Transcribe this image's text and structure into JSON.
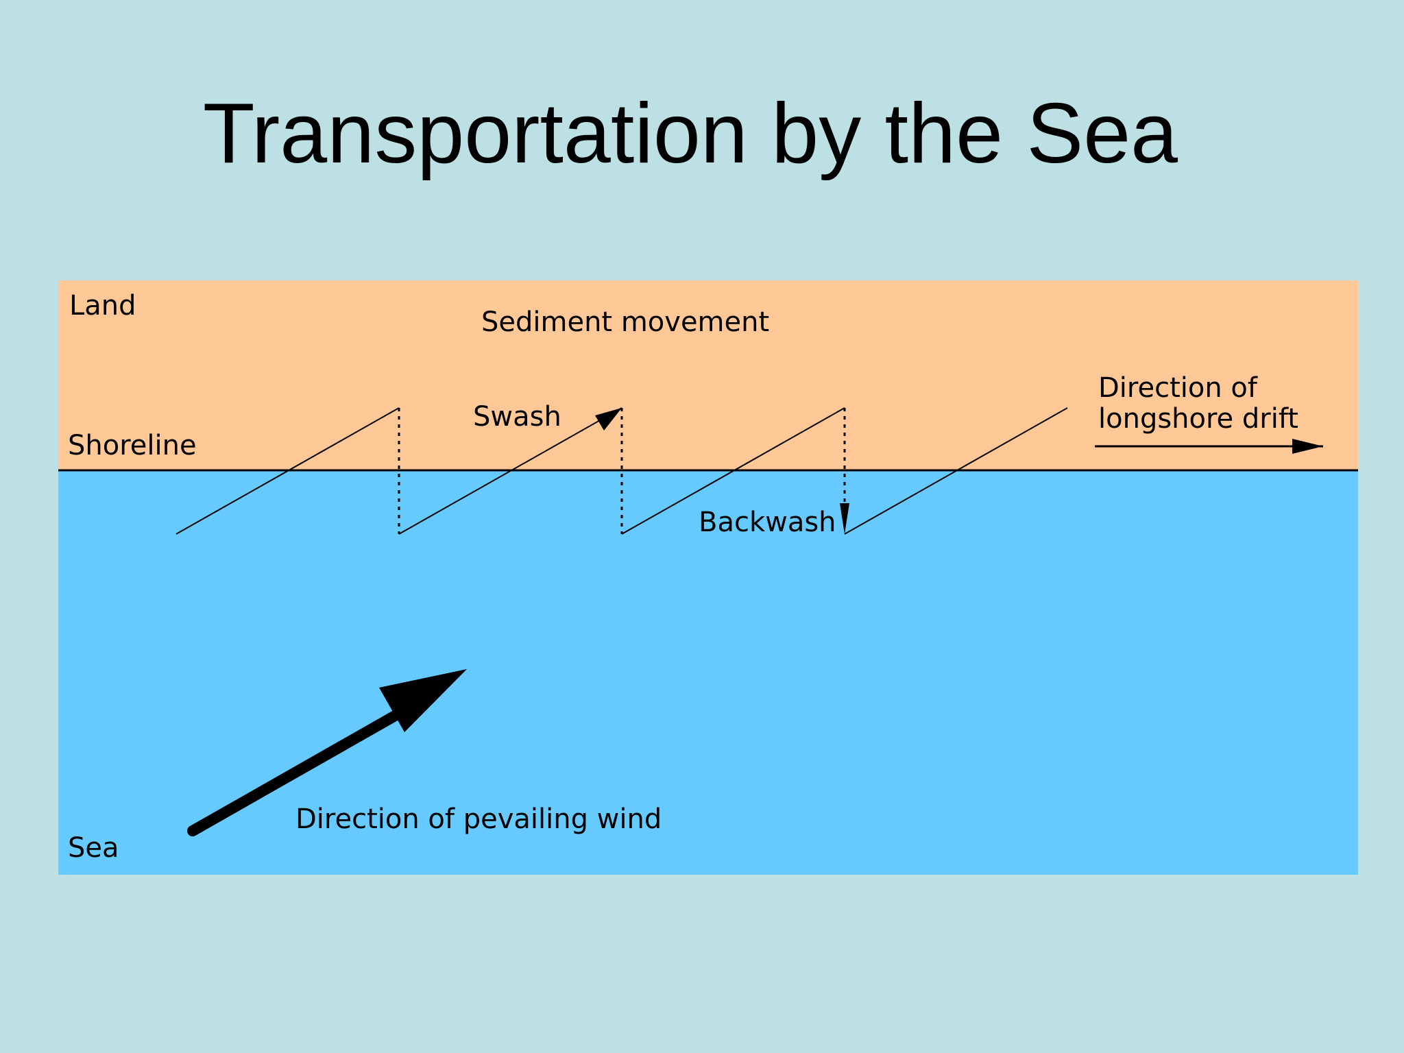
{
  "colors": {
    "background": "#BCE0E4",
    "land": "#FFC896",
    "sea": "#66CAFF",
    "ink": "#000000"
  },
  "slide": {
    "title": "Transportation by the Sea"
  },
  "diagram": {
    "labels": {
      "land": "Land",
      "sediment_movement": "Sediment movement",
      "shoreline": "Shoreline",
      "swash": "Swash",
      "backwash": "Backwash",
      "drift_line1": "Direction of",
      "drift_line2": "longshore drift",
      "wind": "Direction of pevailing wind",
      "sea": "Sea"
    }
  }
}
